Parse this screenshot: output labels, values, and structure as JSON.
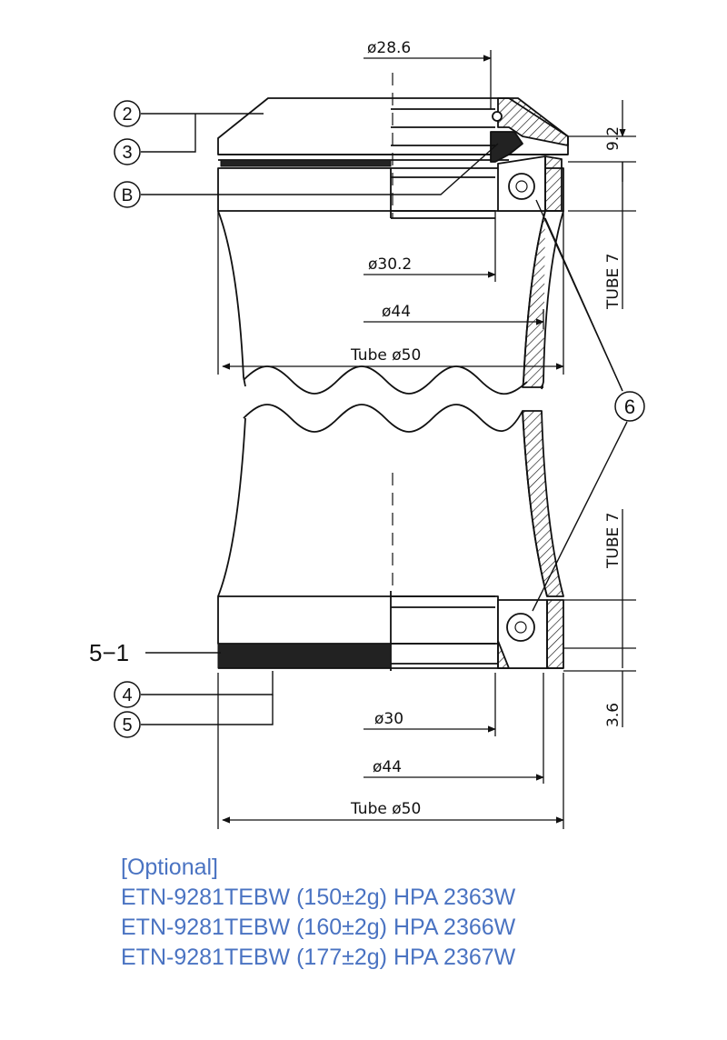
{
  "callouts": {
    "c2": "2",
    "c3": "3",
    "cB": "B",
    "c6": "6",
    "c51": "5−1",
    "c4": "4",
    "c5": "5"
  },
  "dimensions": {
    "d28_6": "ø28.6",
    "d9_2": "9.2",
    "d30_2": "ø30.2",
    "tube7_top": "TUBE 7",
    "d44_top": "ø44",
    "tube50_top": "Tube ø50",
    "tube7_bottom": "TUBE 7",
    "d3_6": "3.6",
    "d30": "ø30",
    "d44_bottom": "ø44",
    "tube50_bottom": "Tube ø50"
  },
  "notes": {
    "heading": "[Optional]",
    "items": [
      "ETN-9281TEBW (150±2g) HPA 2363W",
      "ETN-9281TEBW (160±2g) HPA 2366W",
      "ETN-9281TEBW (177±2g) HPA 2367W"
    ]
  },
  "colors": {
    "text_accent": "#4a73c2",
    "line": "#111111",
    "seal_fill": "#222222"
  }
}
